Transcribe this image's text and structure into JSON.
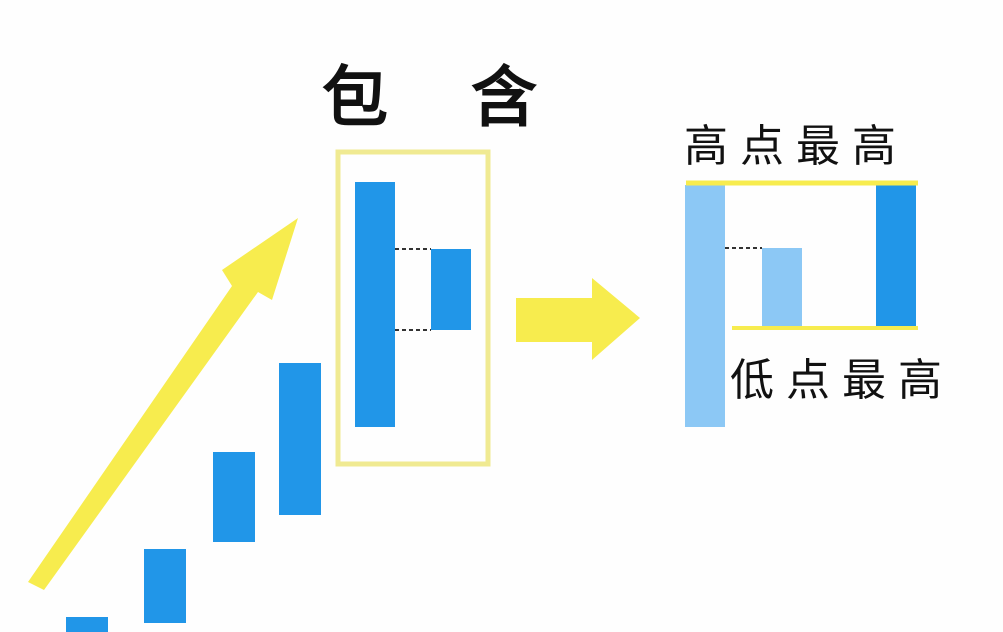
{
  "title": "包 含",
  "high_label": "高点最高",
  "low_label": "低点最高",
  "colors": {
    "candle": "#2196e8",
    "candle_light": "#8cc8f5",
    "highlight": "#f7ec4e",
    "box_border": "#f0ea92"
  }
}
